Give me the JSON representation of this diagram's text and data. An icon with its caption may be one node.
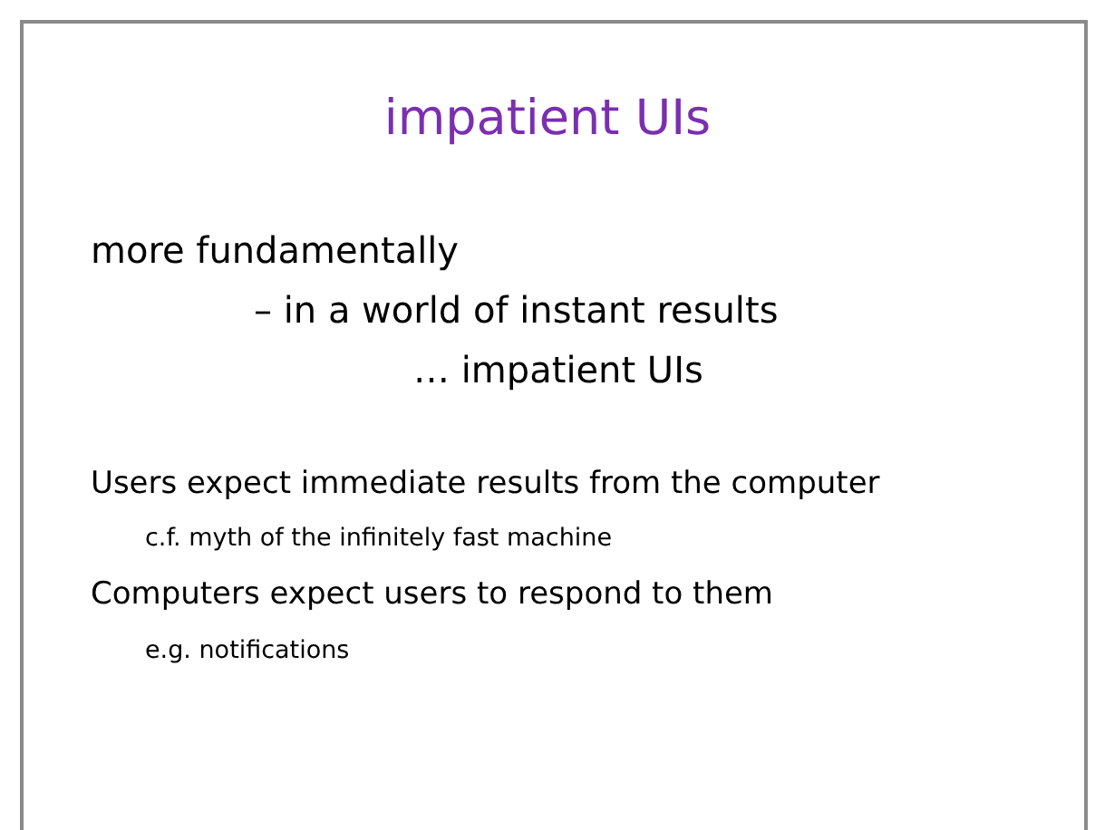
{
  "diagram": {
    "title": "impatient UIs",
    "labels": [
      "more fundamentally",
      "– in a world of instant results",
      "… impatient UIs",
      "Users expect immediate results from the computer",
      "c.f. myth of the infinitely fast machine",
      "Computers expect users to respond to them",
      "e.g. notifications"
    ]
  }
}
